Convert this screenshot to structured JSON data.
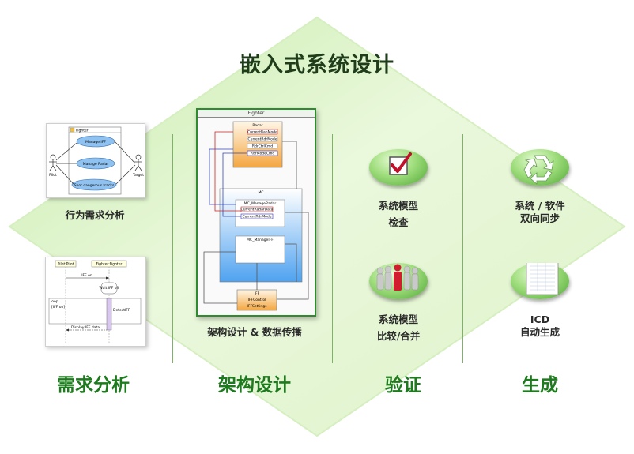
{
  "title": "嵌入式系统设计",
  "sections": {
    "requirements": "需求分析",
    "architecture": "架构设计",
    "verification": "验证",
    "generation": "生成"
  },
  "captions": {
    "behavior": "行为需求分析",
    "arch_data": "架构设计 & 数据传播",
    "model_check_1": "系统模型",
    "model_check_2": "检查",
    "model_compare_1": "系统模型",
    "model_compare_2": "比较/合并",
    "sync_1": "系统 / 软件",
    "sync_2": "双向同步",
    "icd_1": "ICD",
    "icd_2": "自动生成"
  },
  "usecase": {
    "title": "Fighter",
    "actor_left": "Pilot",
    "actor_right": "Target",
    "cases": [
      "Manage IFF",
      "Manage Radar",
      "Shot dangerous tracks"
    ]
  },
  "sequence": {
    "lifeline_left": "Pilot:Pilot",
    "lifeline_right": "Fighter:Fighter",
    "msg_iff_on": "IFF on",
    "state": "Wait IFF off",
    "loop_label": "loop",
    "loop_guard": "[IFF on]",
    "msg_detect": "DetectIFF",
    "msg_display": "Display IFF data"
  },
  "architecture": {
    "title": "Fighter",
    "radar_title": "Radar",
    "radar_ports": [
      "CurrentRanMode",
      "CurrentRdrMode",
      "RdrCtrlCmd",
      "RdrModeCmd"
    ],
    "mc_title": "MC",
    "mc_manage_radar": "MC_ManageRadar",
    "mc_radar_data": "CurrentRadarData",
    "mc_radar_mode": "CurrentRdrMode",
    "mc_manage_iff": "MC_ManageIFF",
    "iff_title": "IFF",
    "iff_ports": [
      "IFFControl",
      "IFFSettings"
    ]
  },
  "colors": {
    "diamond_light": "#eaf8dc",
    "diamond_dark": "#b9e59a",
    "section_label": "#1e7a1e",
    "divider": "#7bb463"
  },
  "icons": [
    "checkbox-icon",
    "people-compare-icon",
    "recycle-icon",
    "spreadsheet-icon"
  ]
}
